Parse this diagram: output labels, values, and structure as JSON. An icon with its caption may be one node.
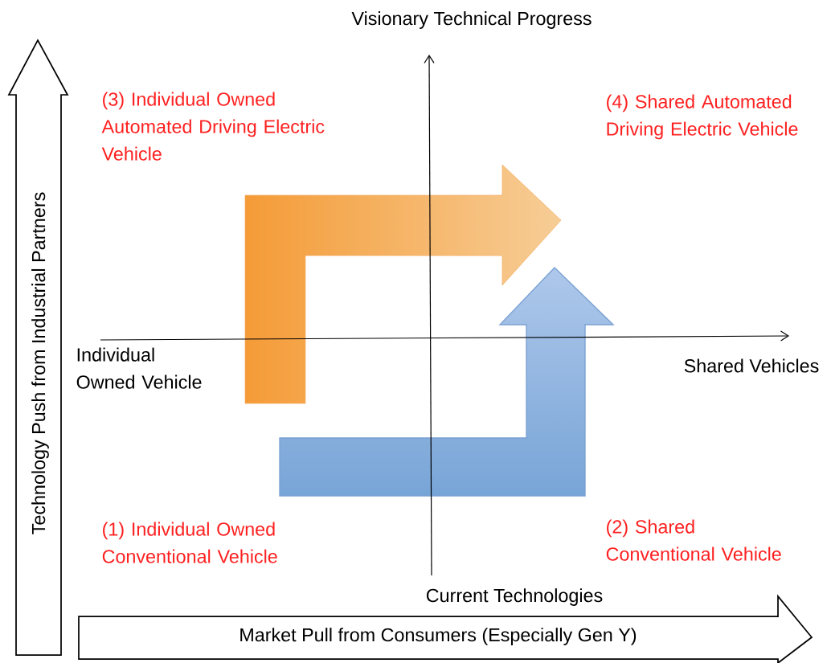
{
  "diagram": {
    "nodes": [
      {
        "text": [
          "Technology Push from Industrial Partners"
        ]
      },
      {
        "text": [
          "Market Pull from Consumers (Especially Gen Y)"
        ]
      }
    ],
    "labels": [
      "Visionary Technical Progress",
      "(3) Individual Owned Automated Driving Electric Vehicle",
      "(4) Shared Automated Driving Electric Vehicle",
      "Individual Owned Vehicle",
      "Shared Vehicles",
      "(1) Individual Owned Conventional Vehicle",
      "(2) Shared Conventional Vehicle",
      "Current Technologies"
    ]
  }
}
